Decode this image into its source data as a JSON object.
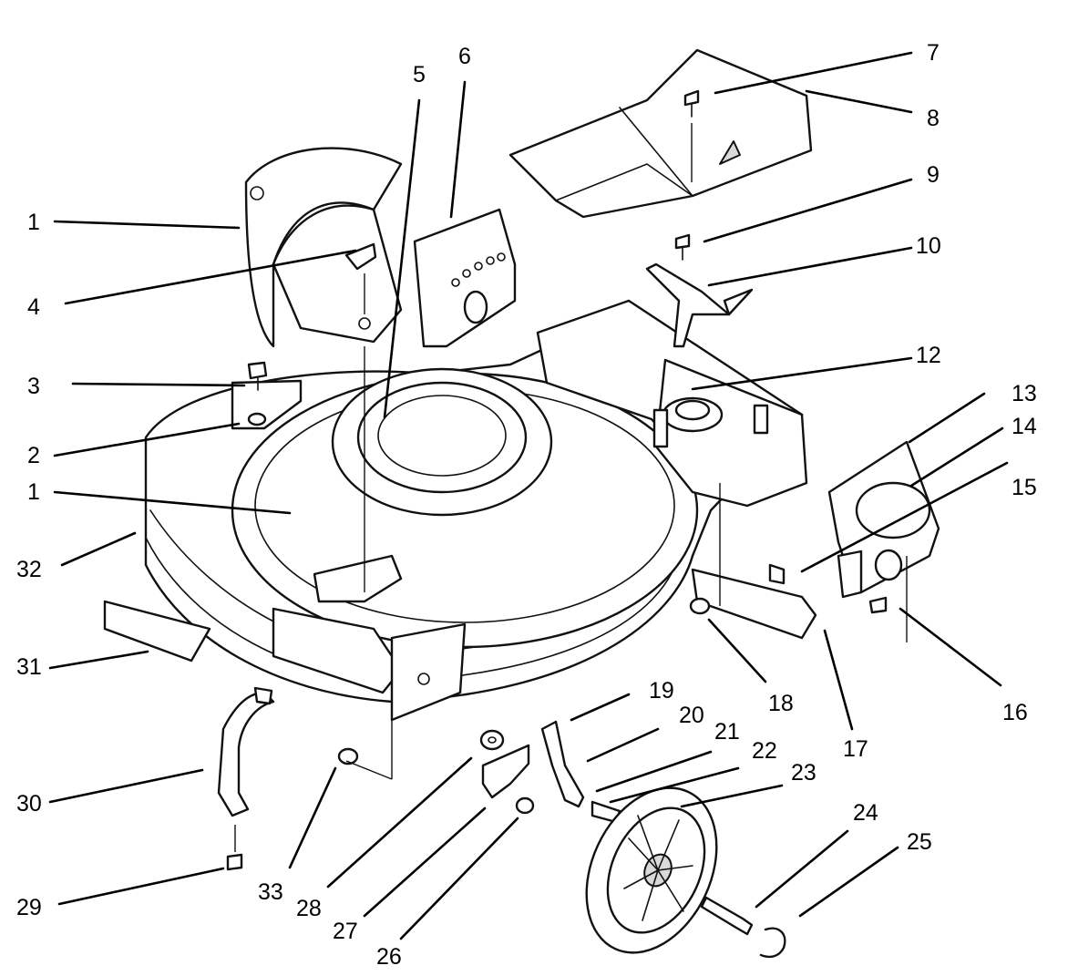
{
  "diagram": {
    "type": "exploded parts diagram",
    "callouts": [
      {
        "id": "c1a",
        "label": "1"
      },
      {
        "id": "c1b",
        "label": "1"
      },
      {
        "id": "c2",
        "label": "2"
      },
      {
        "id": "c3",
        "label": "3"
      },
      {
        "id": "c4",
        "label": "4"
      },
      {
        "id": "c5",
        "label": "5"
      },
      {
        "id": "c6",
        "label": "6"
      },
      {
        "id": "c7",
        "label": "7"
      },
      {
        "id": "c8",
        "label": "8"
      },
      {
        "id": "c9",
        "label": "9"
      },
      {
        "id": "c10",
        "label": "10"
      },
      {
        "id": "c12",
        "label": "12"
      },
      {
        "id": "c13",
        "label": "13"
      },
      {
        "id": "c14",
        "label": "14"
      },
      {
        "id": "c15",
        "label": "15"
      },
      {
        "id": "c16",
        "label": "16"
      },
      {
        "id": "c17",
        "label": "17"
      },
      {
        "id": "c18",
        "label": "18"
      },
      {
        "id": "c19",
        "label": "19"
      },
      {
        "id": "c20",
        "label": "20"
      },
      {
        "id": "c21",
        "label": "21"
      },
      {
        "id": "c22",
        "label": "22"
      },
      {
        "id": "c23",
        "label": "23"
      },
      {
        "id": "c24",
        "label": "24"
      },
      {
        "id": "c25",
        "label": "25"
      },
      {
        "id": "c26",
        "label": "26"
      },
      {
        "id": "c27",
        "label": "27"
      },
      {
        "id": "c28",
        "label": "28"
      },
      {
        "id": "c29",
        "label": "29"
      },
      {
        "id": "c30",
        "label": "30"
      },
      {
        "id": "c31",
        "label": "31"
      },
      {
        "id": "c32",
        "label": "32"
      },
      {
        "id": "c33",
        "label": "33"
      }
    ]
  }
}
